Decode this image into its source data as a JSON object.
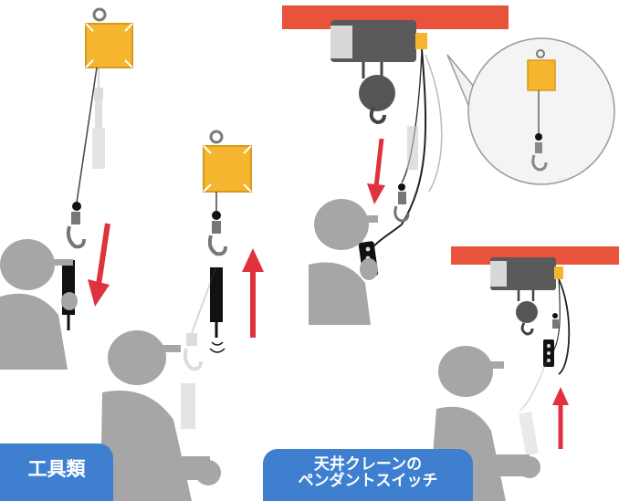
{
  "labels": {
    "tools": "工具類",
    "crane_line1": "天井クレーンの",
    "crane_line2": "ペンダントスイッチ"
  },
  "colors": {
    "balancer_yellow": "#f6b52e",
    "rail_orange": "#e8533b",
    "arrow_red": "#e0323e",
    "figure_gray": "#a6a6a6",
    "label_blue": "#3f7fd0",
    "hoist_gray": "#5a5a5a"
  },
  "icons": [
    "spring-balancer-icon",
    "hook-icon",
    "worker-icon",
    "hoist-icon",
    "pendant-switch-icon",
    "arrow-down-icon",
    "arrow-up-icon",
    "zoom-callout-icon"
  ]
}
